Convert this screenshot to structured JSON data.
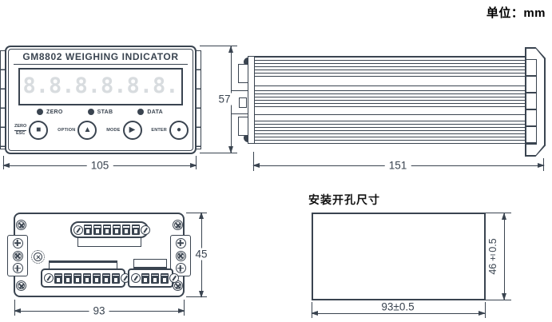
{
  "unit_label": "单位：mm",
  "front_view": {
    "title": "GM8802 WEIGHING INDICATOR",
    "display_digits": "8.8.8.8.8.8.",
    "leds": [
      {
        "label": "ZERO"
      },
      {
        "label": "STAB"
      },
      {
        "label": "DATA"
      }
    ],
    "buttons": [
      {
        "label_top": "ZERO",
        "label_bottom": "ESC",
        "glyph": "■"
      },
      {
        "label": "OPTION",
        "glyph": "▲"
      },
      {
        "label": "MODE",
        "glyph": "▶"
      },
      {
        "label": "ENTER",
        "glyph": "●"
      }
    ],
    "dim_width": "105",
    "dim_height": "57"
  },
  "side_view": {
    "dim_length": "151"
  },
  "back_view": {
    "dim_width": "93",
    "dim_height": "45",
    "terminal_blocks": {
      "top": {
        "positions": 6
      },
      "bottom_left": {
        "positions": 7
      },
      "bottom_right": {
        "positions": 3
      }
    }
  },
  "mounting": {
    "title": "安装开孔尺寸",
    "dim_width": "93±0.5",
    "dim_height": "46±0.5"
  },
  "colors": {
    "line": "#3a4450",
    "digits": "#d8dcdf"
  }
}
